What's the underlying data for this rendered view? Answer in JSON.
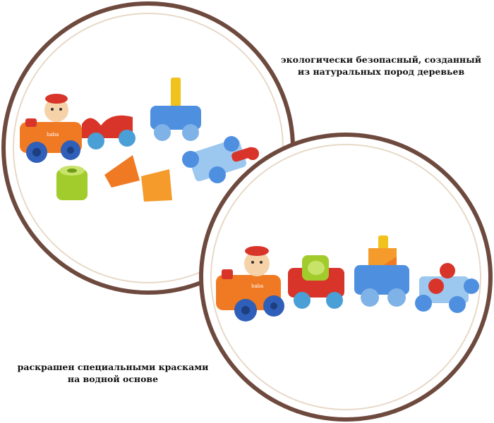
{
  "captions": {
    "top_line1": "экологически безопасный, созданный",
    "top_line2": "из натуральных пород деревьев",
    "bottom_line1": "раскрашен специальными красками",
    "bottom_line2": "на водной основе"
  },
  "logo_text": "haba",
  "colors": {
    "ring": "#6e4a3e",
    "ring_inner": "#e7d9c8",
    "orange": "#f07a23",
    "red": "#d8342a",
    "blue": "#2f5fb8",
    "light_blue": "#7fb2e6",
    "yellow": "#f2c21c",
    "green": "#a2cc2b"
  }
}
